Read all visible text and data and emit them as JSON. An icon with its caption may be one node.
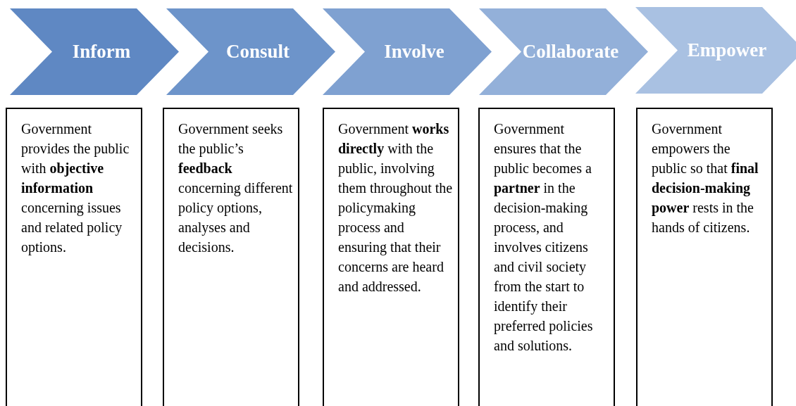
{
  "diagram": {
    "nodes": [
      {
        "text": [
          "Inform"
        ]
      },
      {
        "text": [
          "Consult"
        ]
      },
      {
        "text": [
          "Involve"
        ]
      },
      {
        "text": [
          "Collaborate"
        ]
      },
      {
        "text": [
          "Empower"
        ]
      },
      {
        "text": [
          "Government provides the public with **objective information** concerning issues and related policy options."
        ]
      },
      {
        "text": [
          "Government seeks the public’s **feedback** concerning different policy options, analyses and decisions."
        ]
      },
      {
        "text": [
          "Government **works directly** with the public, involving them throughout the policymaking process and ensuring that their concerns are heard and addressed."
        ]
      },
      {
        "text": [
          "Government ensures that the public becomes a **partner** in the decision-making process, and involves citizens and civil society from the start to identify their preferred policies and solutions."
        ]
      },
      {
        "text": [
          "Government empowers the public so that **final decision-making power** rests in the hands of citizens."
        ]
      }
    ]
  }
}
